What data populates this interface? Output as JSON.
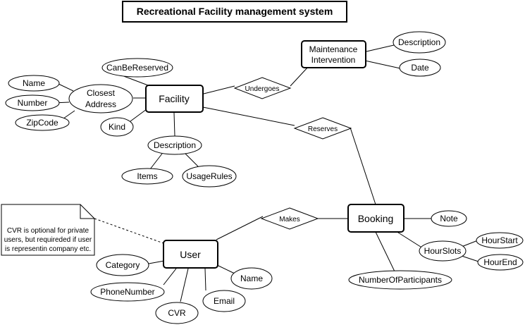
{
  "title": "Recreational Facility management system",
  "entities": {
    "facility": "Facility",
    "maintenance": [
      "Maintenance",
      "Intervention"
    ],
    "booking": "Booking",
    "user": "User"
  },
  "relationships": {
    "undergoes": "Undergoes",
    "reserves": "Reserves",
    "makes": "Makes"
  },
  "attributes": {
    "can_be_reserved": "CanBeReserved",
    "closest_address": [
      "Closest",
      "Address"
    ],
    "name": "Name",
    "number": "Number",
    "zipcode": "ZipCode",
    "kind": "Kind",
    "facility_description": "Description",
    "items": "Items",
    "usage_rules": "UsageRules",
    "maintenance_description": "Description",
    "date": "Date",
    "note": "Note",
    "hour_slots": "HourSlots",
    "hour_start": "HourStart",
    "hour_end": "HourEnd",
    "number_of_participants": "NumberOfParticipants",
    "category": "Category",
    "phone_number": "PhoneNumber",
    "cvr": "CVR",
    "email": "Email",
    "user_name": "Name"
  },
  "note": [
    "CVR is optional for private",
    "users, but requireded if user",
    "is representin company etc."
  ]
}
